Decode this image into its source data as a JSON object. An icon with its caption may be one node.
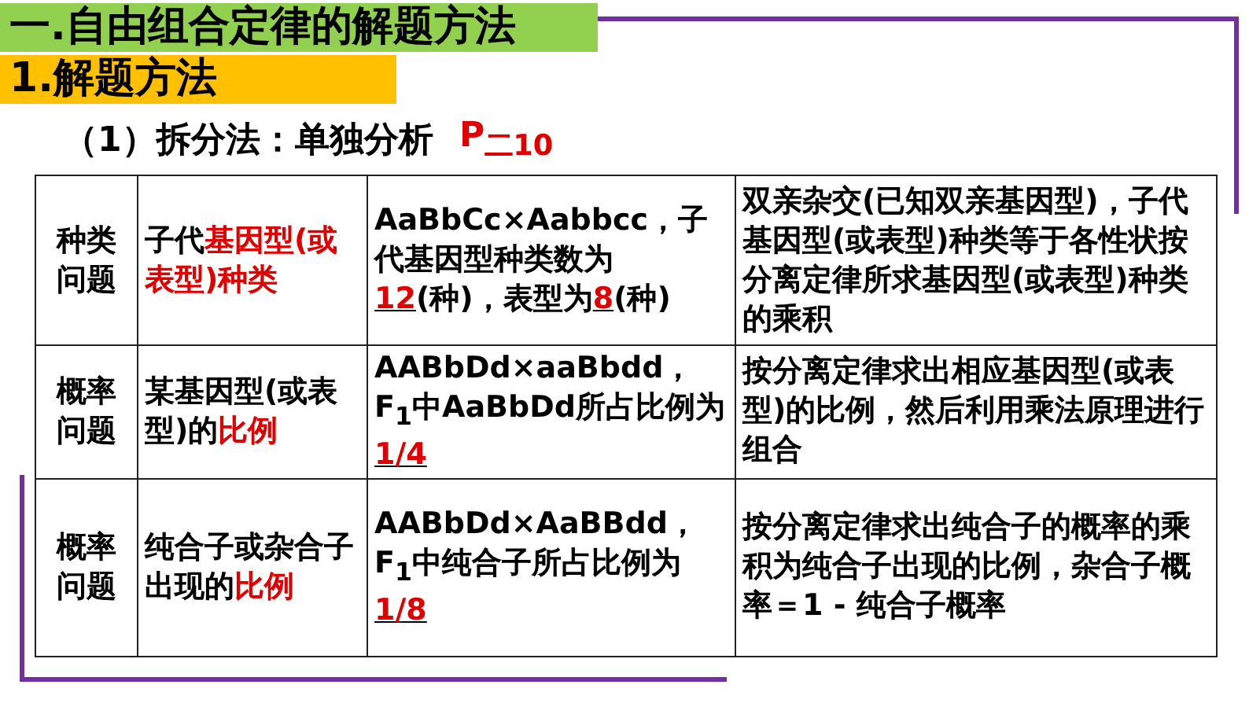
{
  "diagram": {
    "nodes": [
      {
        "text": [
          "一.自由组合定律的解题方法"
        ]
      },
      {
        "text": [
          "1.解题方法"
        ]
      }
    ],
    "edges": [],
    "labels": [
      "（1）拆分法：单独分析",
      "P$_{二10}$",
      "种类问题",
      "子代**基因型(或表型)种类**",
      "AaBbCc×Aabbcc，子代基因型种类数为**12**(种)，表型为**8**(种)",
      "双亲杂交(已知双亲基因型)，子代基因型(或表型)种类等于各性状按分离定律所求基因型(或表型)种类的乘积",
      "概率问题",
      "某基因型(或表型)的**比例**",
      "AABbDd×aaBbdd，F$_{1}$中AaBbDd所占比例为**1/4**",
      "按分离定律求出相应基因型(或表型)的比例，然后利用乘法原理进行组合",
      "概率问题",
      "纯合子或杂合子出现的**比例**",
      "AABbDd×AaBBdd，F$_{1}$中纯合子所占比例为**1/8**",
      "按分离定律求出纯合子的概率的乘积为纯合子出现的比例，杂合子概率＝1 - 纯合子概率"
    ]
  }
}
